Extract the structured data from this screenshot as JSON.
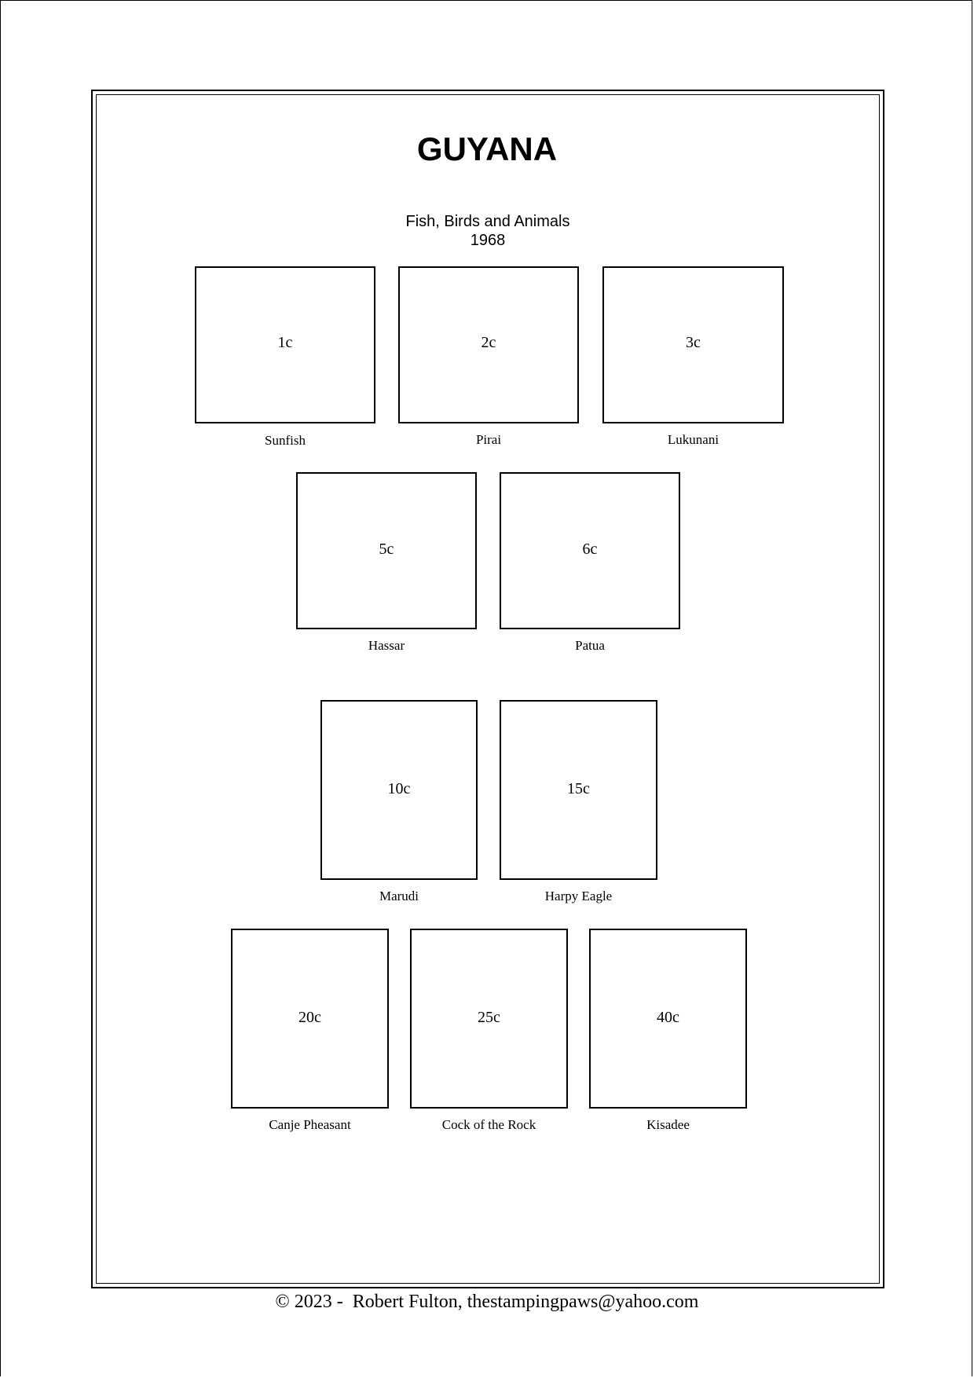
{
  "page": {
    "title": "GUYANA",
    "set_title": "Fish, Birds and Animals",
    "set_year": "1968",
    "footer": "© 2023 -  Robert Fulton, thestampingpaws@yahoo.com"
  },
  "stamps": [
    {
      "value": "1c",
      "caption": "Sunfish"
    },
    {
      "value": "2c",
      "caption": "Pirai"
    },
    {
      "value": "3c",
      "caption": "Lukunani"
    },
    {
      "value": "5c",
      "caption": "Hassar"
    },
    {
      "value": "6c",
      "caption": "Patua"
    },
    {
      "value": "10c",
      "caption": "Marudi"
    },
    {
      "value": "15c",
      "caption": "Harpy Eagle"
    },
    {
      "value": "20c",
      "caption": "Canje Pheasant"
    },
    {
      "value": "25c",
      "caption": "Cock of the Rock"
    },
    {
      "value": "40c",
      "caption": "Kisadee"
    }
  ]
}
